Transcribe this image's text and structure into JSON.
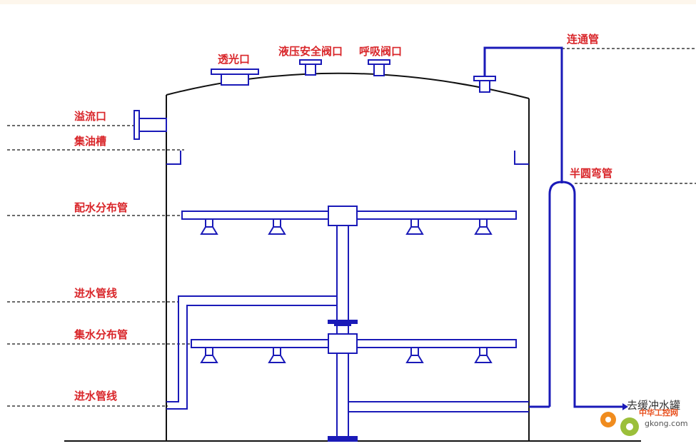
{
  "labels": {
    "light_port": "透光口",
    "hydraulic_valve": "液压安全阀口",
    "breather_valve": "呼吸阀口",
    "connect_pipe": "连通管",
    "overflow": "溢流口",
    "oil_trough": "集油槽",
    "half_bend": "半圆弯管",
    "distributor": "配水分布管",
    "inlet_upper": "进水管线",
    "collector": "集水分布管",
    "inlet_lower": "进水管线",
    "destination": "去缓冲水罐"
  },
  "watermark": {
    "cn": "中华工控网",
    "en": "gkong.com"
  },
  "colors": {
    "label_red": "#d9262a",
    "pipe_blue": "#1a1ab8",
    "tank_black": "#111111"
  }
}
